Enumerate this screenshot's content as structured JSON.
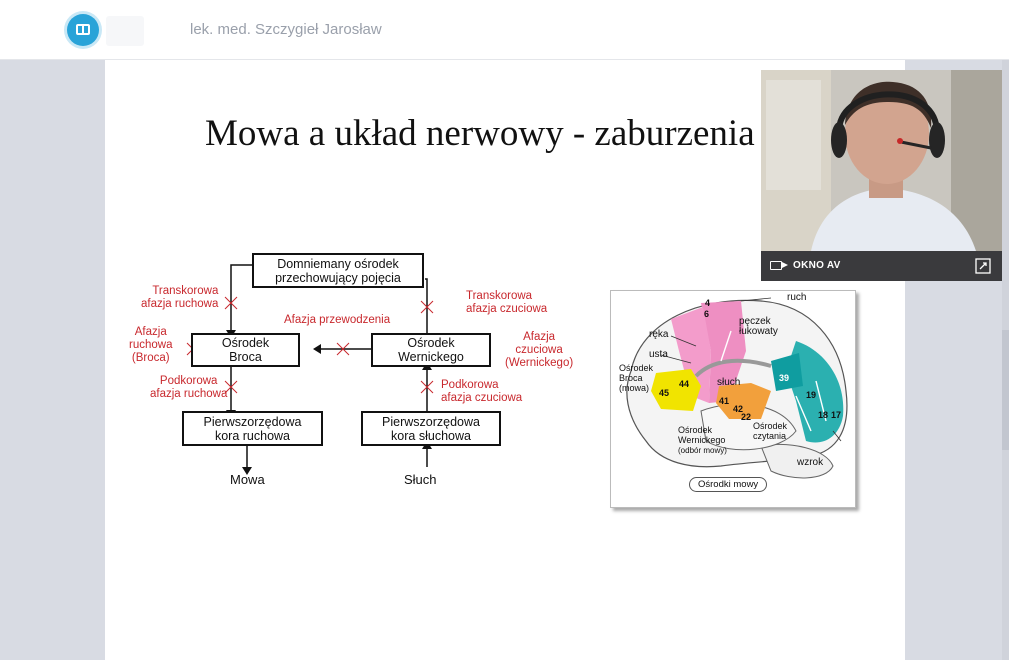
{
  "header": {
    "presenter_name": "lek. med. Szczygieł Jarosław"
  },
  "slide": {
    "title": "Mowa a układ nerwowy - zaburzenia",
    "diagram": {
      "box_concepts": [
        "Domniemany ośrodek",
        "przechowujący pojęcia"
      ],
      "box_broca": [
        "Ośrodek",
        "Broca"
      ],
      "box_wernicke": [
        "Ośrodek",
        "Wernickego"
      ],
      "box_motor_cortex": [
        "Pierwszorzędowa",
        "kora ruchowa"
      ],
      "box_auditory_cortex": [
        "Pierwszorzędowa",
        "kora słuchowa"
      ],
      "label_transcortical_motor": [
        "Transkorowa",
        "afazja ruchowa"
      ],
      "label_transcortical_sensory": [
        "Transkorowa",
        "afazja czuciowa"
      ],
      "label_conduction": "Afazja przewodzenia",
      "label_broca_aphasia": [
        "Afazja",
        "ruchowa",
        "(Broca)"
      ],
      "label_wernicke_aphasia": [
        "Afazja",
        "czuciowa",
        "(Wernickego)"
      ],
      "label_subcortical_motor": [
        "Podkorowa",
        "afazja ruchowa"
      ],
      "label_subcortical_sensory": [
        "Podkorowa",
        "afazja czuciowa"
      ],
      "output_speech": "Mowa",
      "input_hearing": "Słuch"
    },
    "brain": {
      "label_movement": "ruch",
      "label_hand": "ręka",
      "label_bundle": [
        "pęczek",
        "łukowaty"
      ],
      "label_mouth": "usta",
      "label_broca": [
        "Ośrodek",
        "Broca",
        "(mowa)"
      ],
      "label_hearing": "słuch",
      "label_wernicke": [
        "Ośrodek",
        "Wernickego",
        "(odbór mowy)"
      ],
      "label_reading": [
        "Ośrodek",
        "czytania"
      ],
      "label_sight": "wzrok",
      "caption": "Ośrodki mowy",
      "areas": [
        "4",
        "6",
        "44",
        "45",
        "41",
        "42",
        "22",
        "39",
        "19",
        "18",
        "17"
      ]
    }
  },
  "video": {
    "label": "OKNO AV"
  }
}
